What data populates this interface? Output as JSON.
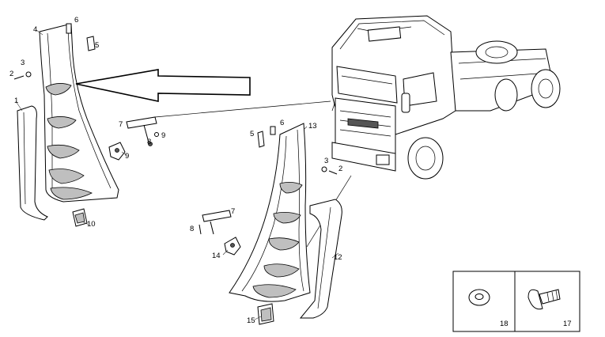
{
  "callouts": {
    "c1": "1",
    "c2a": "2",
    "c3a": "3",
    "c4": "4",
    "c5a": "5",
    "c6a": "6",
    "c7a": "7",
    "c8a": "8",
    "c9a": "9",
    "c9b": "9",
    "c10": "10",
    "c5b": "5",
    "c6b": "6",
    "c13": "13",
    "c3b": "3",
    "c2b": "2",
    "c7b": "7",
    "c8b": "8",
    "c14": "14",
    "c12": "12",
    "c15": "15",
    "c18": "18",
    "c17": "17"
  },
  "colors": {
    "line": "#000000",
    "shade": "#bfbfbf",
    "background": "#ffffff"
  }
}
